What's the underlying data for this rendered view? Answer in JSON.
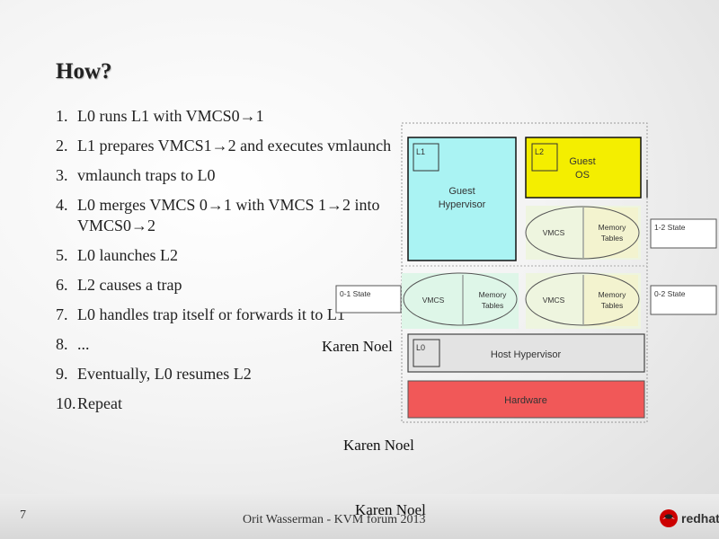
{
  "slide": {
    "title": "How?",
    "bullets": [
      {
        "num": "1.",
        "text": "L0 runs L1 with VMCS0→1"
      },
      {
        "num": "2.",
        "text": "L1 prepares VMCS1→2 and executes vmlaunch"
      },
      {
        "num": "3.",
        "text": "vmlaunch traps to L0"
      },
      {
        "num": "4.",
        "text": "L0 merges VMCS 0→1 with VMCS 1→2 into VMCS0→2"
      },
      {
        "num": "5.",
        "text": "L0 launches L2"
      },
      {
        "num": "6.",
        "text": "L2 causes a trap"
      },
      {
        "num": "7.",
        "text": "L0 handles trap itself or forwards it to L1"
      },
      {
        "num": "8.",
        "text": "..."
      },
      {
        "num": "9.",
        "text": "Eventually, L0 resumes L2"
      },
      {
        "num": "10.",
        "text": "Repeat"
      }
    ],
    "annotations": [
      "Karen Noel",
      "Karen Noel",
      "Karen Noel"
    ]
  },
  "diagram": {
    "l1_tag": "L1",
    "guest_hypervisor": [
      "Guest",
      "Hypervisor"
    ],
    "l2_tag": "L2",
    "guest_os": [
      "Guest",
      "OS"
    ],
    "vmcs": "VMCS",
    "memory_tables": [
      "Memory",
      "Tables"
    ],
    "state_12": "1-2 State",
    "state_01": "0-1 State",
    "state_02": "0-2 State",
    "l0_tag": "L0",
    "host_hypervisor": "Host Hypervisor",
    "hardware": "Hardware",
    "colors": {
      "guest_hypervisor": "#aaf3f3",
      "guest_os": "#f4ee00",
      "hardware": "#f15858",
      "host_hypervisor": "#e3e3e3",
      "vmcs_fill": "#def6e8",
      "vmcs_fill_warm": "#f3f3cf"
    }
  },
  "footer": {
    "page": "7",
    "text": "Orit Wasserman - KVM forum 2013",
    "logo": "redhat."
  }
}
